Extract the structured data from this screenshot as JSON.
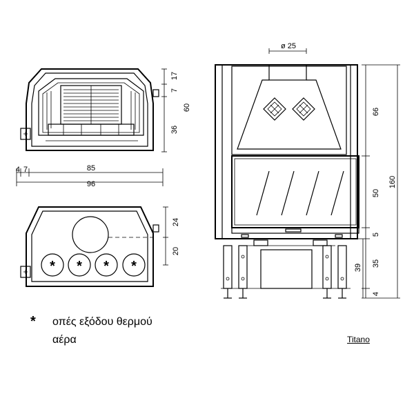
{
  "top_view": {
    "dimensions": {
      "d17": "17",
      "d7": "7",
      "d60": "60",
      "d36": "36"
    }
  },
  "width_dims": {
    "d4": "4",
    "d7": "7",
    "d85": "85",
    "d96": "96"
  },
  "bottom_view": {
    "dimensions": {
      "d24": "24",
      "d20": "20"
    },
    "vent_marker": "*"
  },
  "front_view": {
    "flue_label": "ø 25",
    "dimensions": {
      "d66": "66",
      "d50": "50",
      "d5": "5",
      "d35": "35",
      "d4": "4",
      "d39": "39",
      "d160": "160"
    }
  },
  "legend": {
    "marker": "*",
    "line1": "οπές εξόδου θερμού",
    "line2": "αέρα"
  },
  "model_name": "Titano"
}
